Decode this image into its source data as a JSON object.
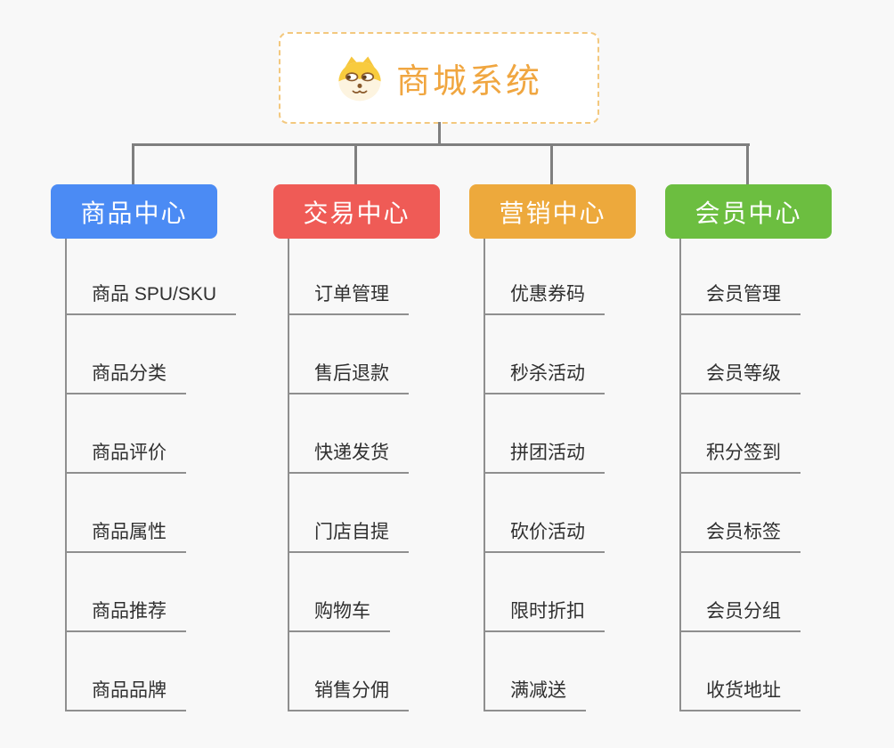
{
  "root": {
    "title": "商城系统",
    "icon": "shiba-dog-icon"
  },
  "colors": {
    "root_accent": "#f0a640",
    "root_border": "#f3c87e",
    "connector": "#7f7f7f",
    "underline": "#8f8f8f",
    "item_text": "#303030",
    "background": "#f8f8f8",
    "product_center": "#4b8bf4",
    "trade_center": "#ef5b56",
    "marketing_center": "#eda93c",
    "member_center": "#6cbe40"
  },
  "branches": [
    {
      "label": "商品中心",
      "color": "#4b8bf4",
      "items": [
        "商品 SPU/SKU",
        "商品分类",
        "商品评价",
        "商品属性",
        "商品推荐",
        "商品品牌"
      ]
    },
    {
      "label": "交易中心",
      "color": "#ef5b56",
      "items": [
        "订单管理",
        "售后退款",
        "快递发货",
        "门店自提",
        "购物车",
        "销售分佣"
      ]
    },
    {
      "label": "营销中心",
      "color": "#eda93c",
      "items": [
        "优惠券码",
        "秒杀活动",
        "拼团活动",
        "砍价活动",
        "限时折扣",
        "满减送"
      ]
    },
    {
      "label": "会员中心",
      "color": "#6cbe40",
      "items": [
        "会员管理",
        "会员等级",
        "积分签到",
        "会员标签",
        "会员分组",
        "收货地址"
      ]
    }
  ]
}
